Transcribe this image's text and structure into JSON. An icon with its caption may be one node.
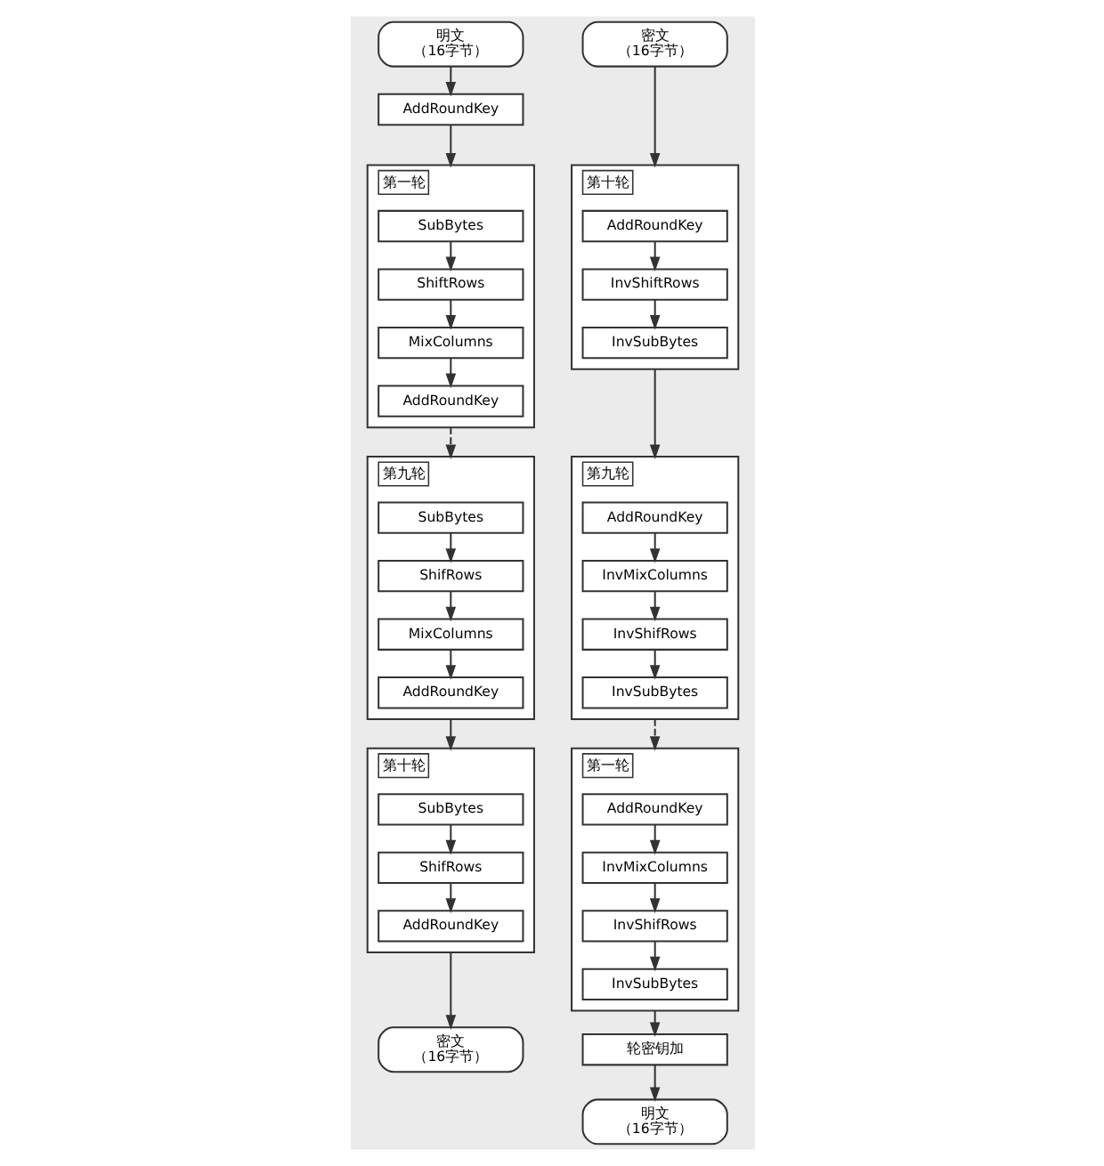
{
  "diagram": {
    "nodes": [
      {
        "text": [
          "明文",
          "（16字节）"
        ]
      },
      {
        "text": [
          "AddRoundKey"
        ]
      },
      {
        "text": [
          "第一轮"
        ]
      },
      {
        "text": [
          "SubBytes"
        ],
        "in": 2
      },
      {
        "text": [
          "ShiftRows"
        ],
        "in": 2
      },
      {
        "text": [
          "MixColumns"
        ],
        "in": 2
      },
      {
        "text": [
          "AddRoundKey"
        ],
        "in": 2
      },
      {
        "text": [
          "第九轮"
        ]
      },
      {
        "text": [
          "SubBytes"
        ],
        "in": 7
      },
      {
        "text": [
          "ShifRows"
        ],
        "in": 7
      },
      {
        "text": [
          "MixColumns"
        ],
        "in": 7
      },
      {
        "text": [
          "AddRoundKey"
        ],
        "in": 7
      },
      {
        "text": [
          "第十轮"
        ]
      },
      {
        "text": [
          "SubBytes"
        ],
        "in": 12
      },
      {
        "text": [
          "ShifRows"
        ],
        "in": 12
      },
      {
        "text": [
          "AddRoundKey"
        ],
        "in": 12
      },
      {
        "text": [
          "密文",
          "（16字节）"
        ]
      },
      {
        "text": [
          "密文",
          "（16字节）"
        ]
      },
      {
        "text": [
          "第十轮"
        ]
      },
      {
        "text": [
          "AddRoundKey"
        ],
        "in": 18
      },
      {
        "text": [
          "InvShiftRows"
        ],
        "in": 18
      },
      {
        "text": [
          "InvSubBytes"
        ],
        "in": 18
      },
      {
        "text": [
          "第九轮"
        ]
      },
      {
        "text": [
          "AddRoundKey"
        ],
        "in": 22
      },
      {
        "text": [
          "InvMixColumns"
        ],
        "in": 22
      },
      {
        "text": [
          "InvShifRows"
        ],
        "in": 22
      },
      {
        "text": [
          "InvSubBytes"
        ],
        "in": 22
      },
      {
        "text": [
          "第一轮"
        ]
      },
      {
        "text": [
          "AddRoundKey"
        ],
        "in": 27
      },
      {
        "text": [
          "InvMixColumns"
        ],
        "in": 27
      },
      {
        "text": [
          "InvShifRows"
        ],
        "in": 27
      },
      {
        "text": [
          "InvSubBytes"
        ],
        "in": 27
      },
      {
        "text": [
          "轮密钥加"
        ]
      },
      {
        "text": [
          "明文",
          "（16字节）"
        ]
      }
    ],
    "edges": [
      {
        "from": 0,
        "to": 1,
        "arrow": "to"
      },
      {
        "from": 1,
        "to": 2,
        "arrow": "to"
      },
      {
        "from": 3,
        "to": 4,
        "arrow": "to"
      },
      {
        "from": 4,
        "to": 5,
        "arrow": "to"
      },
      {
        "from": 5,
        "to": 6,
        "arrow": "to"
      },
      {
        "from": 2,
        "to": 7,
        "arrow": "to",
        "style": "dashed"
      },
      {
        "from": 8,
        "to": 9,
        "arrow": "to"
      },
      {
        "from": 9,
        "to": 10,
        "arrow": "to"
      },
      {
        "from": 10,
        "to": 11,
        "arrow": "to"
      },
      {
        "from": 7,
        "to": 12,
        "arrow": "to"
      },
      {
        "from": 13,
        "to": 14,
        "arrow": "to"
      },
      {
        "from": 14,
        "to": 15,
        "arrow": "to"
      },
      {
        "from": 12,
        "to": 16,
        "arrow": "to"
      },
      {
        "from": 17,
        "to": 18,
        "arrow": "to"
      },
      {
        "from": 19,
        "to": 20,
        "arrow": "to"
      },
      {
        "from": 20,
        "to": 21,
        "arrow": "to"
      },
      {
        "from": 18,
        "to": 22,
        "arrow": "to"
      },
      {
        "from": 23,
        "to": 24,
        "arrow": "to"
      },
      {
        "from": 24,
        "to": 25,
        "arrow": "to"
      },
      {
        "from": 25,
        "to": 26,
        "arrow": "to"
      },
      {
        "from": 22,
        "to": 27,
        "arrow": "to",
        "style": "dashed"
      },
      {
        "from": 28,
        "to": 29,
        "arrow": "to"
      },
      {
        "from": 29,
        "to": 30,
        "arrow": "to"
      },
      {
        "from": 30,
        "to": 31,
        "arrow": "to"
      },
      {
        "from": 27,
        "to": 32,
        "arrow": "to"
      },
      {
        "from": 32,
        "to": 33,
        "arrow": "to"
      }
    ]
  }
}
